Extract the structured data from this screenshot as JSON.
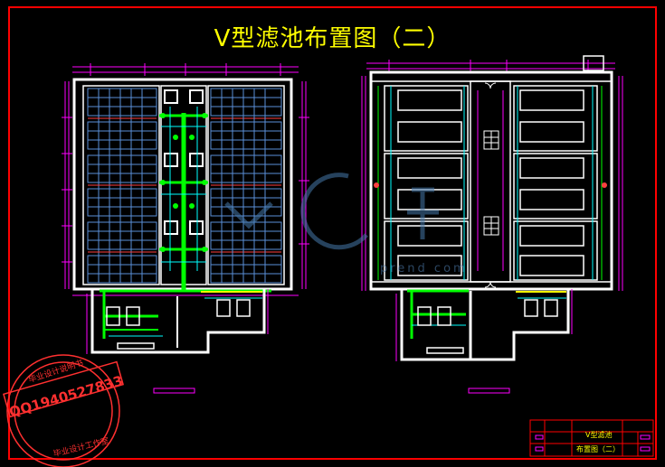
{
  "drawing": {
    "title": "V型滤池布置图（二）",
    "title_block": {
      "line1": "V型滤池",
      "line2": "布置图（二）"
    }
  },
  "watermark": {
    "text": "prend  com"
  },
  "stamp": {
    "qq": "QQ1940527833",
    "top_text": "毕业设计说明书",
    "bottom_text": "毕业设计工作室"
  },
  "colors": {
    "border": "#ff0000",
    "frame": "#ffffff",
    "title": "#ffff00",
    "dimension": "#ff00ff",
    "pipe_main": "#00ff00",
    "filter_cell": "#00ffff",
    "grid_cell": "#5a8fd8",
    "stamp": "#ff3030"
  }
}
